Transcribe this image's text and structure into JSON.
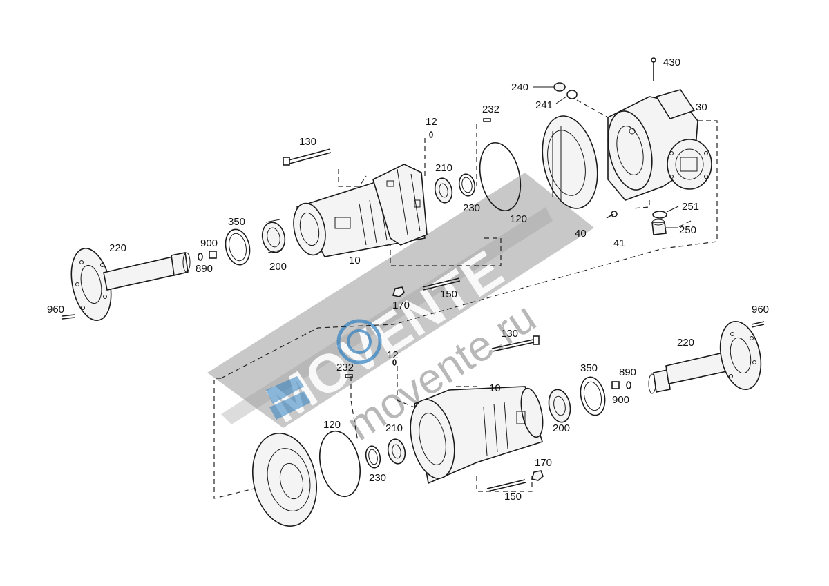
{
  "labels": {
    "l430": "430",
    "l240": "240",
    "l241": "241",
    "l30": "30",
    "l232a": "232",
    "l12a": "12",
    "l130a": "130",
    "l210a": "210",
    "l230a": "230",
    "l120a": "120",
    "l251": "251",
    "l250": "250",
    "l40": "40",
    "l41": "41",
    "l350a": "350",
    "l220a": "220",
    "l900a": "900",
    "l890a": "890",
    "l200a": "200",
    "l10a": "10",
    "l170a": "170",
    "l150a": "150",
    "l960a": "960",
    "l960b": "960",
    "l130b": "130",
    "l220b": "220",
    "l12b": "12",
    "l232b": "232",
    "l10b": "10",
    "l350b": "350",
    "l890b": "890",
    "l900b": "900",
    "l200b": "200",
    "l120b": "120",
    "l210b": "210",
    "l230b": "230",
    "l170b": "170",
    "l150b": "150"
  },
  "watermark": {
    "brand": "MOVENTE",
    "url": "movente.ru",
    "accent": "#2f7fc1"
  }
}
